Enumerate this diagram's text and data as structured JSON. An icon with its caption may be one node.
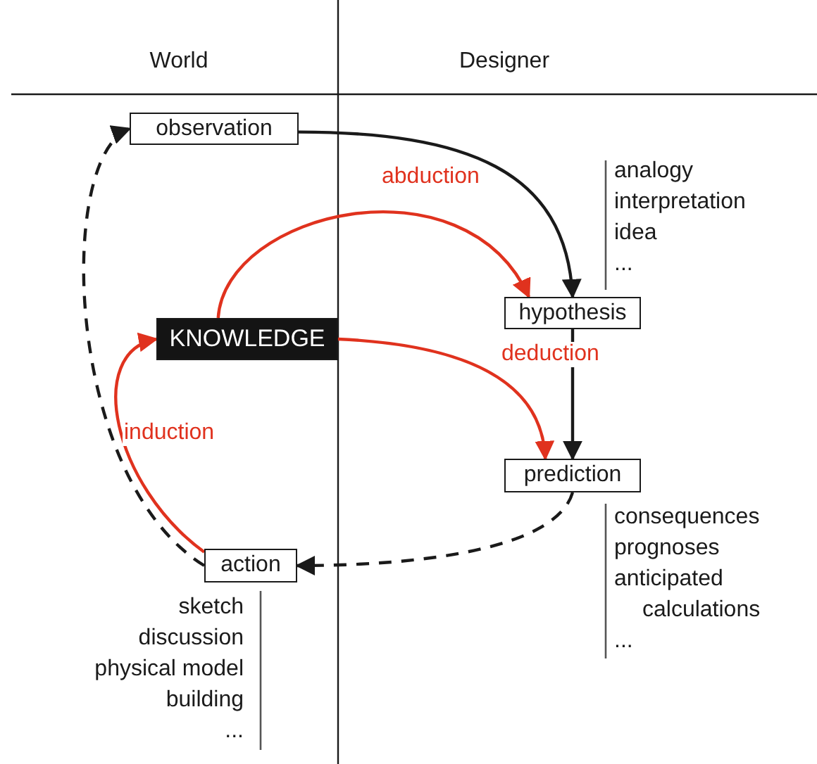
{
  "diagram": {
    "nodes": [
      {
        "text": [
          "observation"
        ]
      },
      {
        "text": [
          "hypothesis"
        ],
        "beside": [
          "analogy",
          "interpretation",
          "idea",
          "..."
        ]
      },
      {
        "text": [
          "KNOWLEDGE"
        ]
      },
      {
        "text": [
          "prediction"
        ],
        "beside": [
          "consequences",
          "prognoses",
          "anticipated calculations",
          "..."
        ]
      },
      {
        "text": [
          "action"
        ],
        "beside": [
          "sketch",
          "discussion",
          "physical model",
          "building",
          "..."
        ]
      }
    ],
    "edges": [
      {
        "from": 0,
        "to": 1,
        "arrow": "to"
      },
      {
        "from": 2,
        "to": 1,
        "arrow": "to",
        "label": "abduction",
        "color": "#e0321e"
      },
      {
        "from": 1,
        "to": 3,
        "arrow": "to"
      },
      {
        "from": 2,
        "to": 3,
        "arrow": "to",
        "label": "deduction",
        "color": "#e0321e"
      },
      {
        "from": 3,
        "to": 4,
        "arrow": "to",
        "style": "dashed"
      },
      {
        "from": 4,
        "to": 0,
        "arrow": "to",
        "style": "dashed"
      },
      {
        "from": 4,
        "to": 2,
        "arrow": "to",
        "label": "induction",
        "color": "#e0321e"
      }
    ],
    "labels": [
      "World",
      "Designer"
    ]
  }
}
